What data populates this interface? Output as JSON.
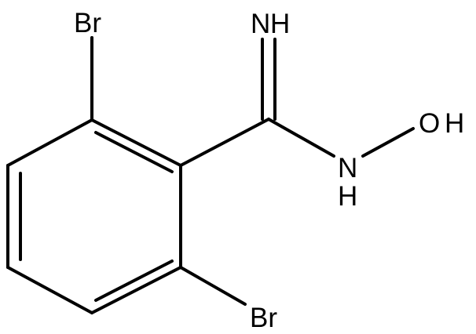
{
  "molecule": {
    "atoms": {
      "br_top": "Br",
      "br_bottom": "Br",
      "imine_n": "N",
      "imine_h": "H",
      "oxime_o": "O",
      "oxime_h": "H",
      "amine_n": "N",
      "amine_h": "H"
    }
  },
  "colors": {
    "background": "#ffffff",
    "stroke": "#000000"
  }
}
